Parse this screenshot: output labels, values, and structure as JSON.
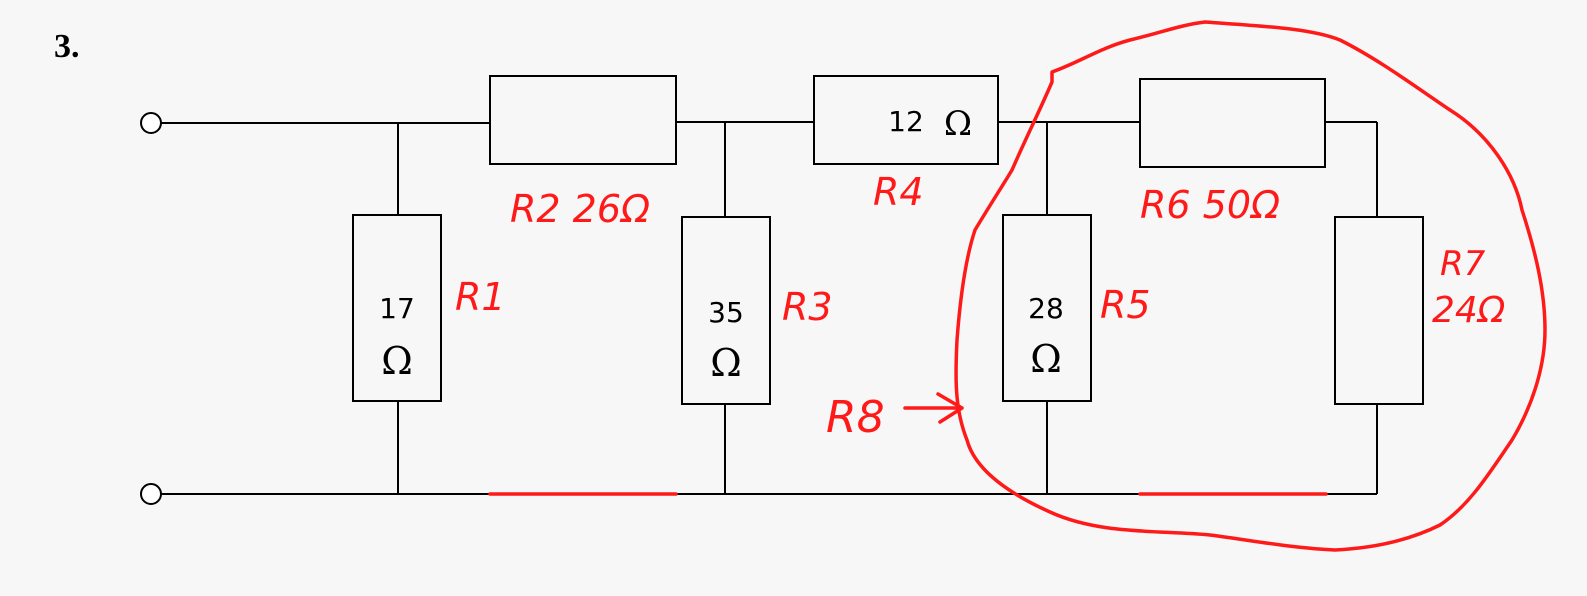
{
  "problem_number": "3.",
  "resistor_values": {
    "r1_value": "17",
    "r3_value": "35",
    "r5_value": "28",
    "r4_value": "12",
    "omega": "Ω"
  },
  "annotations": {
    "r1": "R1",
    "r2": "R2 26Ω",
    "r3": "R3",
    "r4": "R4",
    "r5": "R5",
    "r6": "R6 50Ω",
    "r7": "R7",
    "r7_value": "24Ω",
    "r8": "R8"
  },
  "colors": {
    "ink": "#ff1a1a",
    "lines": "#000000",
    "background": "#f7f7f7"
  }
}
